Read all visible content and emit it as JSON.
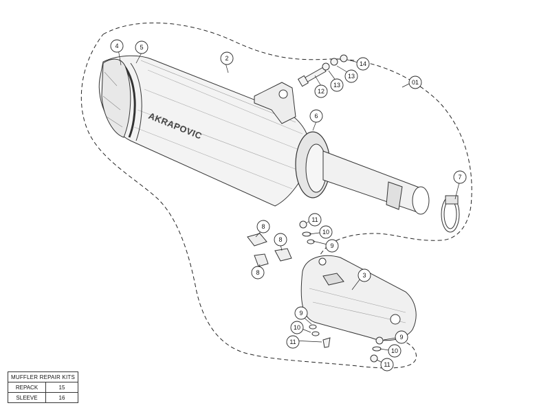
{
  "brand_text": "AKRAPOVIC",
  "callouts": {
    "c01": "01",
    "c2": "2",
    "c3": "3",
    "c4": "4",
    "c5": "5",
    "c6": "6",
    "c7": "7",
    "c8a": "8",
    "c8b": "8",
    "c8c": "8",
    "c9a": "9",
    "c9b": "9",
    "c9c": "9",
    "c10a": "10",
    "c10b": "10",
    "c10c": "10",
    "c11a": "11",
    "c11b": "11",
    "c11c": "11",
    "c12": "12",
    "c13a": "13",
    "c13b": "13",
    "c14": "14"
  },
  "repair_kits": {
    "title": "MUFFLER REPAIR KITS",
    "rows": [
      {
        "name": "REPACK",
        "part": "15"
      },
      {
        "name": "SLEEVE",
        "part": "16"
      }
    ]
  }
}
